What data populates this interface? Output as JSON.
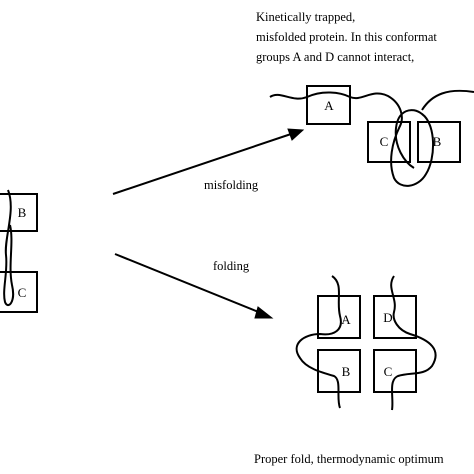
{
  "misfolded_caption": {
    "line1": "Kinetically trapped,",
    "line2": "misfolded protein. In this conformat",
    "line3": "groups A and D cannot interact,"
  },
  "arrow_labels": {
    "misfolding": "misfolding",
    "folding": "folding"
  },
  "proper_caption": "Proper fold, thermodynamic optimum",
  "unfolded_boxes": {
    "b": "B",
    "c": "C"
  },
  "misfolded_boxes": {
    "a": "A",
    "c": "C",
    "b": "B"
  },
  "proper_boxes": {
    "a": "A",
    "d": "D",
    "b": "B",
    "c": "C"
  }
}
